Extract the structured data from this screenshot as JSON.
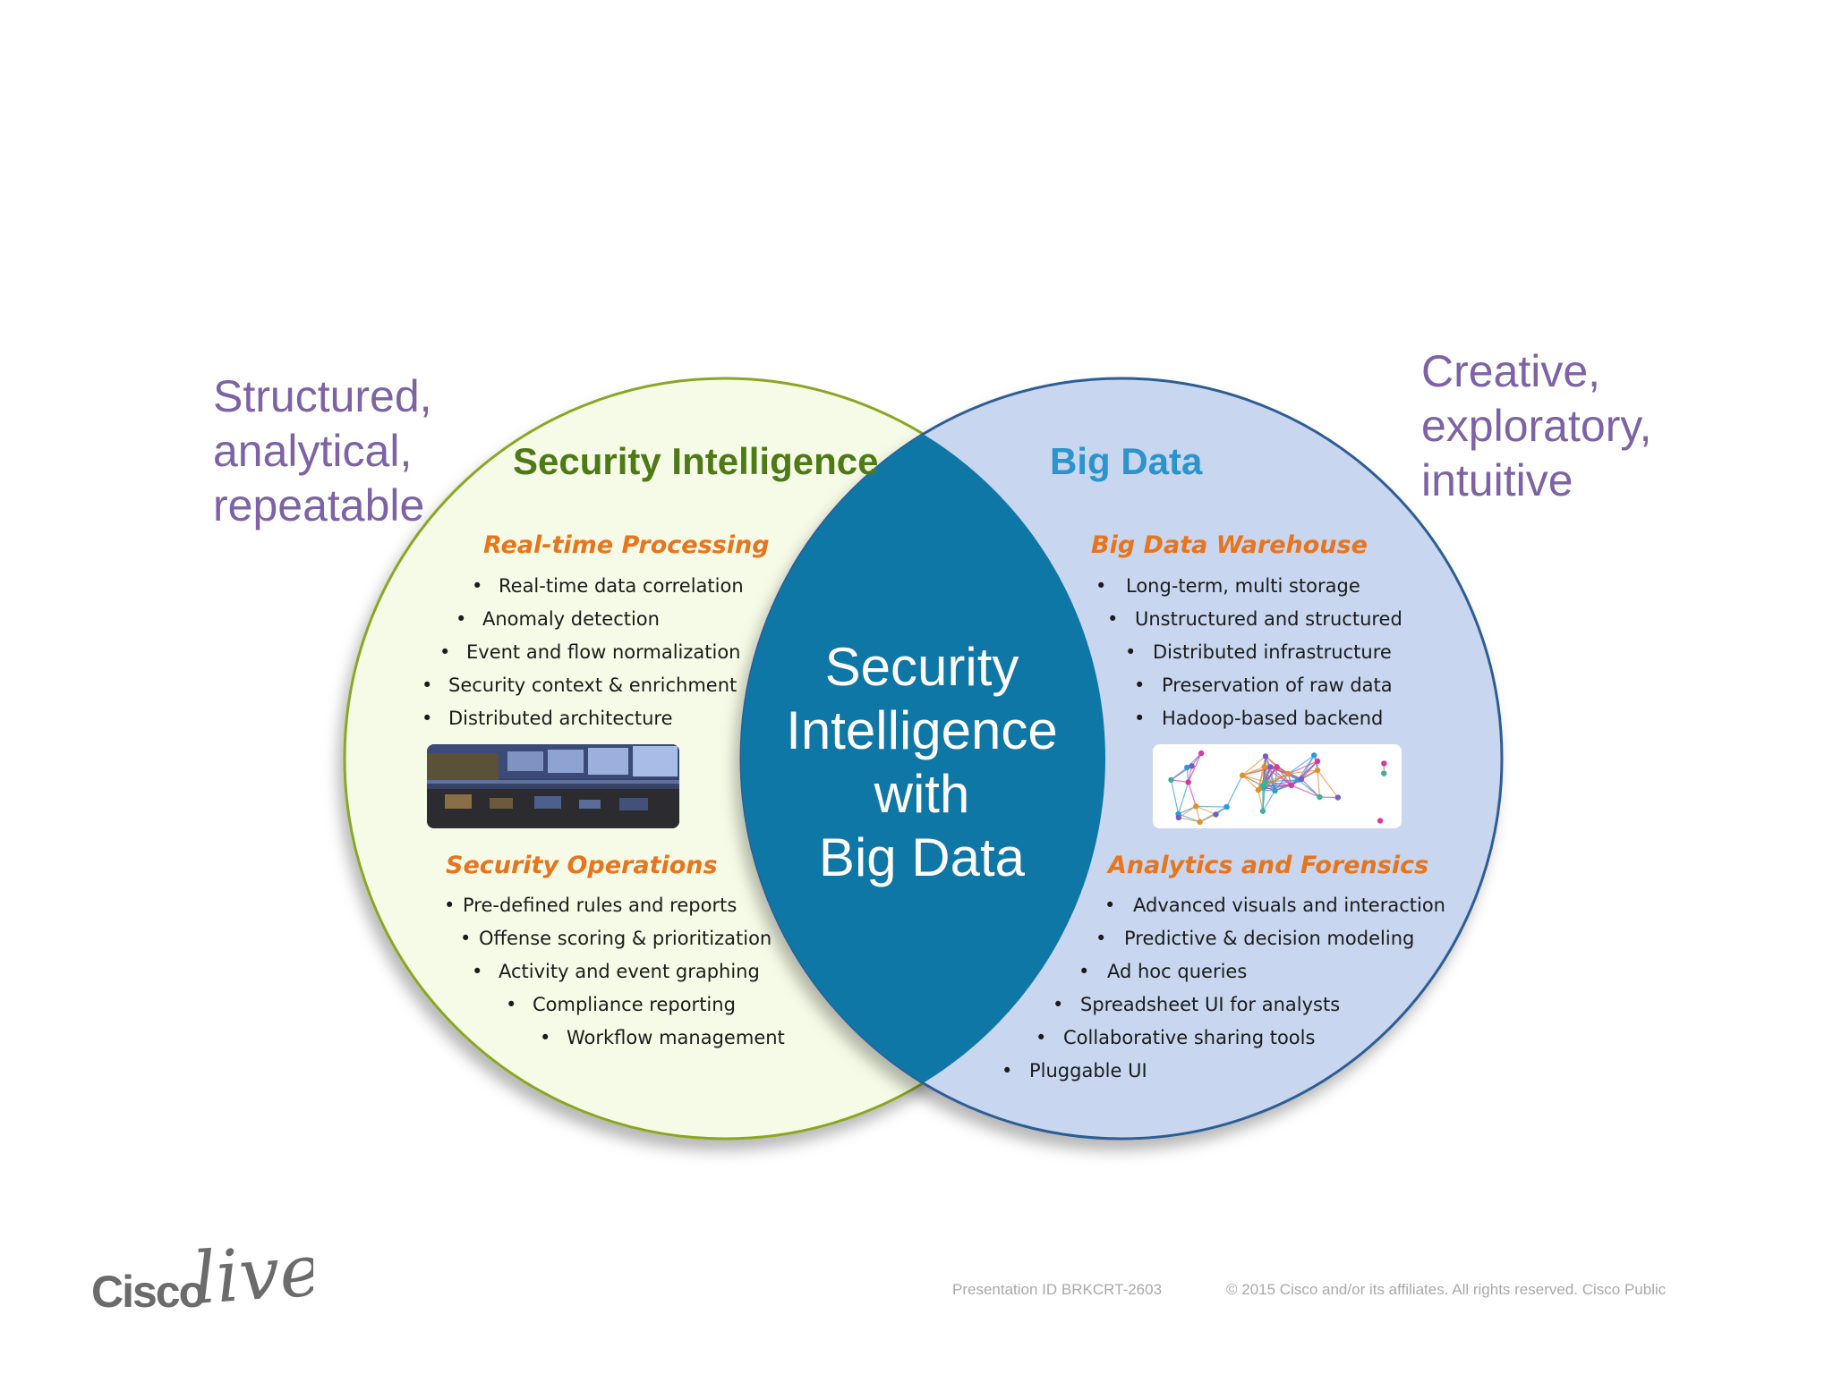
{
  "left_note": {
    "lines": [
      "Structured,",
      "analytical,",
      "repeatable"
    ]
  },
  "right_note": {
    "lines": [
      "Creative,",
      "exploratory,",
      "intuitive"
    ]
  },
  "security_intelligence": {
    "title": "Security Intelligence",
    "realtime": {
      "heading": "Real-time Processing",
      "items": [
        "Real-time data correlation",
        "Anomaly detection",
        "Event and flow normalization",
        "Security context & enrichment",
        "Distributed architecture"
      ]
    },
    "operations": {
      "heading": "Security Operations",
      "items": [
        "Pre-defined rules and reports",
        "Offense scoring & prioritization",
        "Activity and event graphing",
        "Compliance reporting",
        "Workflow management"
      ]
    }
  },
  "big_data": {
    "title": "Big Data",
    "warehouse": {
      "heading": "Big Data Warehouse",
      "items": [
        "Long-term, multi storage",
        "Unstructured and structured",
        "Distributed infrastructure",
        "Preservation of raw data",
        "Hadoop-based backend"
      ]
    },
    "analytics": {
      "heading": "Analytics and Forensics",
      "items": [
        "Advanced visuals and interaction",
        "Predictive & decision modeling",
        "Ad hoc queries",
        "Spreadsheet UI for analysts",
        "Collaborative sharing tools",
        "Pluggable UI"
      ]
    }
  },
  "center": {
    "lines": [
      "Security",
      "Intelligence",
      "with",
      "Big Data"
    ]
  },
  "footer": {
    "presentation_id": "Presentation ID BRKCRT-2603",
    "copyright": "© 2015  Cisco and/or its affiliates. All rights reserved.   Cisco Public"
  },
  "logo": {
    "cisco": "Cisco",
    "live": "live!"
  },
  "colors": {
    "note_purple": "#7d62a6",
    "si_green": "#4e7a16",
    "bd_blue": "#2c94cc",
    "section_orange": "#e8741c",
    "left_fill": "#f5fbe6",
    "right_fill": "#c8d6ef",
    "center_fill": "#0e77a6"
  }
}
